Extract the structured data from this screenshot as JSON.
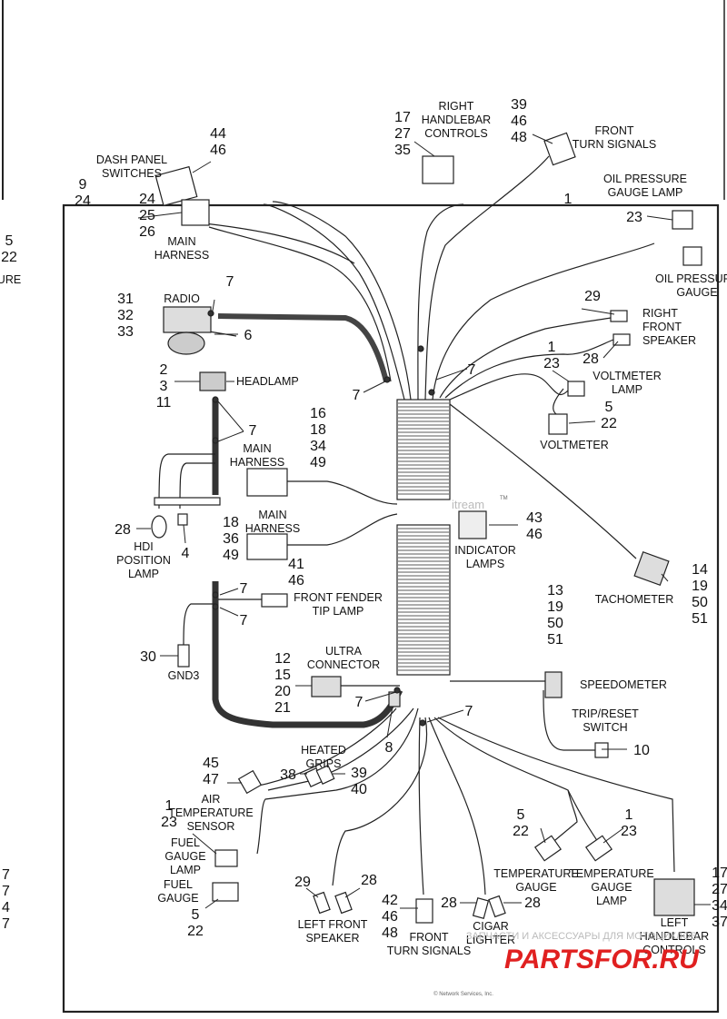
{
  "labels": {
    "dash_panel": "DASH PANEL\nSWITCHES",
    "dash_nums": "44\n46",
    "left_nums_9": "9\n24",
    "main_harness_top": "MAIN\nHARNESS",
    "main_harness_top_nums": "24\n25\n26",
    "right_handlebar": "RIGHT\nHANDLEBAR\nCONTROLS",
    "right_handlebar_nums": "17\n27\n35",
    "front_turn_top": "FRONT\nTURN SIGNALS",
    "front_turn_top_nums": "39\n46\n48",
    "oil_press_lamp": "OIL PRESSURE\nGAUGE LAMP",
    "oil_press_lamp_num": "23",
    "oil_press_gauge": "OIL PRESSURE\nGAUGE",
    "radio": "RADIO",
    "radio_nums": "31\n32\n33",
    "seven": "7",
    "six": "6",
    "headlamp": "HEADLAMP",
    "headlamp_nums": "2\n3\n11",
    "right_front_speaker": "RIGHT\nFRONT\nSPEAKER",
    "n29": "29",
    "n28": "28",
    "voltmeter_lamp": "VOLTMETER\nLAMP",
    "voltmeter_lamp_nums": "1\n23",
    "voltmeter": "VOLTMETER",
    "voltmeter_nums": "5\n22",
    "main_harness_mid": "MAIN\nHARNESS",
    "main_harness_mid_nums": "16\n18\n34\n49",
    "main_harness_low": "MAIN\nHARNESS",
    "main_harness_low_nums": "18\n36\n49",
    "hdi": "HDI\nPOSITION\nLAMP",
    "n4": "4",
    "indicator": "INDICATOR\nLAMPS",
    "indicator_nums": "43\n46",
    "tachometer": "TACHOMETER",
    "tach_nums": "14\n19\n50\n51",
    "fender_tip": "FRONT FENDER\nTIP LAMP",
    "fender_nums": "41\n46",
    "gnd3": "GND3",
    "n30": "30",
    "ultra": "ULTRA\nCONNECTOR",
    "ultra_nums": "12\n15\n20\n21",
    "speedo": "SPEEDOMETER",
    "speedo_nums": "13\n19\n50\n51",
    "trip": "TRIP/RESET\nSWITCH",
    "n10": "10",
    "n8": "8",
    "heated": "HEATED\nGRIPS",
    "n38": "38",
    "heated_nums": "39\n40",
    "air_temp": "AIR\nTEMPERATURE\nSENSOR",
    "air_nums": "45\n47",
    "fuel_lamp": "FUEL\nGAUGE\nLAMP",
    "fuel_lamp_nums": "1\n23",
    "fuel_gauge": "FUEL\nGAUGE",
    "fuel_gauge_nums": "5\n22",
    "left_front_speaker": "LEFT FRONT\nSPEAKER",
    "front_turn_bottom": "FRONT\nTURN SIGNALS",
    "front_turn_bottom_nums": "42\n46\n48",
    "cigar": "CIGAR\nLIGHTER",
    "temp_gauge": "TEMPERATURE\nGAUGE",
    "temp_gauge_nums": "5\n22",
    "temp_lamp": "TEMPERATURE\nGAUGE\nLAMP",
    "temp_lamp_nums": "1\n23",
    "left_handlebar": "LEFT\nHANDLEBAR\nCONTROLS",
    "left_handlebar_nums": "17\n27\n34\n37",
    "n1": "1",
    "edge_left_top": "5\n22",
    "edge_left_ure": "URE",
    "edge_left_bottom": "7\n7\n4\n7"
  },
  "watermarks": {
    "stream": "itream",
    "tm": "TM",
    "ru_text": "ЗАПЧАСТИ И АКСЕССУАРЫ ДЛЯ МОТОЦИКЛОВ",
    "brand": "PARTSFOR.RU",
    "copyright": "© Network Services, Inc."
  }
}
